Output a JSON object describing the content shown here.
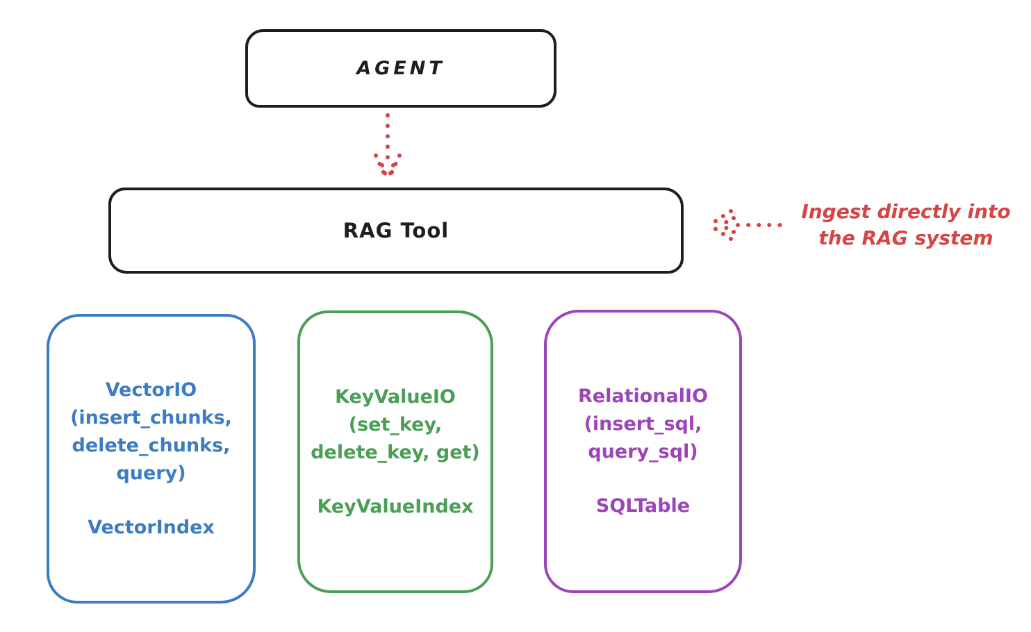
{
  "colors": {
    "ink": "#1e1e1e",
    "red": "#d64545",
    "blue": "#3b7cc4",
    "green": "#4a9e55",
    "purple": "#9b45b8",
    "background": "#ffffff"
  },
  "diagram": {
    "agent": {
      "label": "AGENT"
    },
    "rag_tool": {
      "label": "RAG Tool"
    },
    "annotation": {
      "line1": "Ingest directly into",
      "line2": "the RAG system"
    },
    "arrows": [
      {
        "name": "agent-to-rag-tool",
        "style": "dotted",
        "color": "#d64545",
        "direction": "down"
      },
      {
        "name": "annotation-to-rag-tool",
        "style": "dotted",
        "color": "#d64545",
        "direction": "left"
      }
    ],
    "backends": [
      {
        "name": "vector-io",
        "color": "#3b7cc4",
        "title_lines": [
          "VectorIO",
          "(insert_chunks,",
          "delete_chunks,",
          "query)"
        ],
        "index_label": "VectorIndex"
      },
      {
        "name": "keyvalue-io",
        "color": "#4a9e55",
        "title_lines": [
          "KeyValueIO",
          "(set_key,",
          "delete_key, get)"
        ],
        "index_label": "KeyValueIndex"
      },
      {
        "name": "relational-io",
        "color": "#9b45b8",
        "title_lines": [
          "RelationalIO",
          "(insert_sql,",
          "query_sql)"
        ],
        "index_label": "SQLTable"
      }
    ]
  }
}
